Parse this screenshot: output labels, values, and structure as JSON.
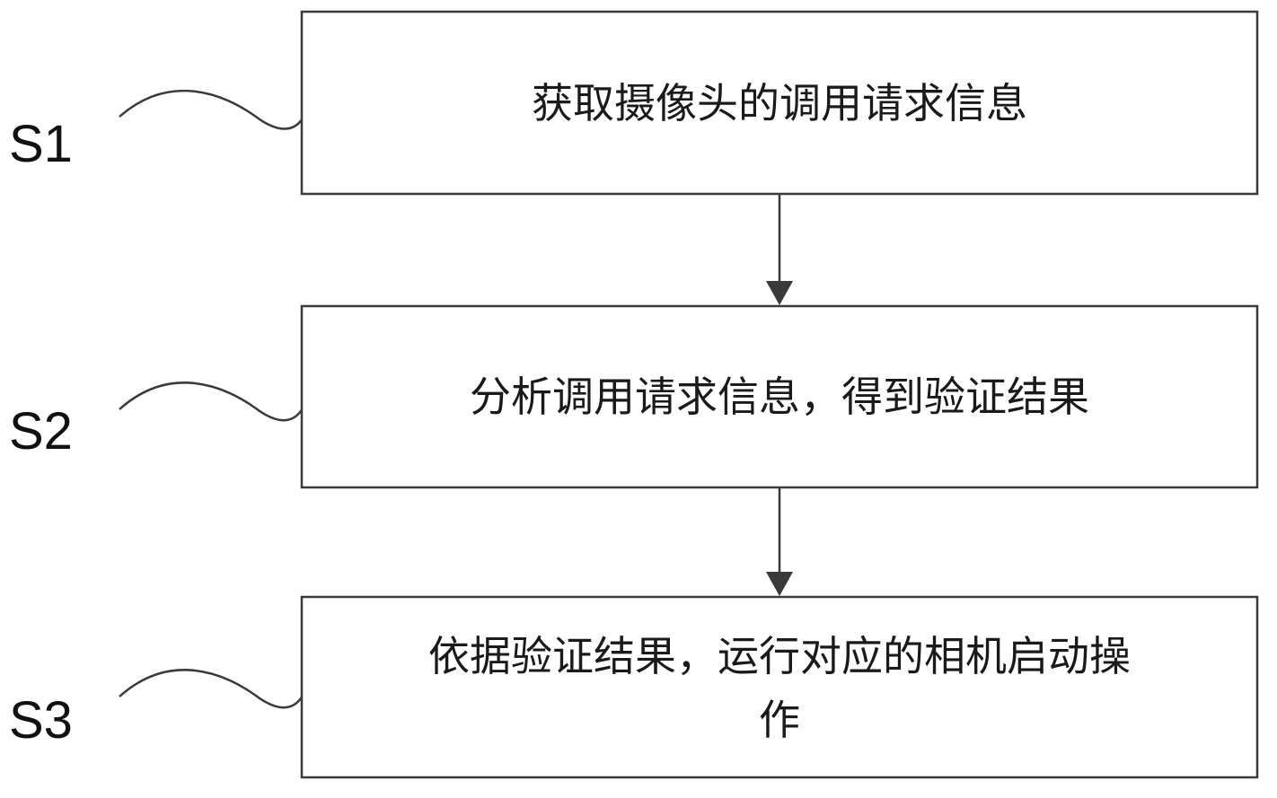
{
  "flowchart": {
    "steps": [
      {
        "label": "S1",
        "text_lines": [
          "获取摄像头的调用请求信息"
        ]
      },
      {
        "label": "S2",
        "text_lines": [
          "分析调用请求信息，得到验证结果"
        ]
      },
      {
        "label": "S3",
        "text_lines": [
          "依据验证结果，运行对应的相机启动操",
          "作"
        ]
      }
    ],
    "colors": {
      "stroke": "#3a3a3a",
      "text": "#1a1a1a",
      "background": "#ffffff"
    }
  }
}
